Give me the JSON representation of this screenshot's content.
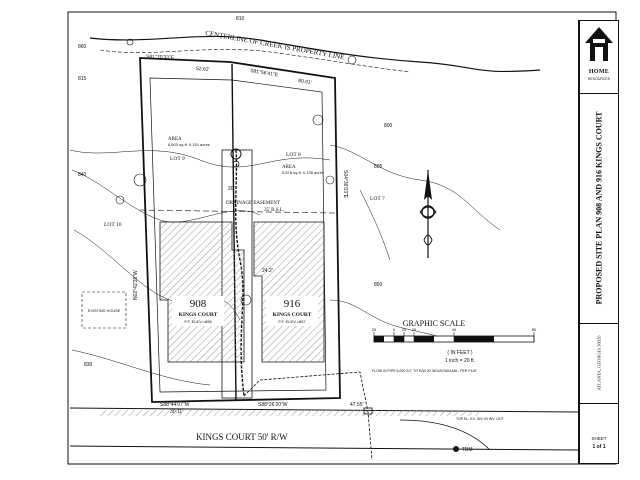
{
  "plan": {
    "creek_label": "CENTERLINE OF CREEK IS PROPERTY LINE",
    "road_label": "KINGS COURT 50' R/W",
    "bearing_top_left": "S81°20'33\"E",
    "bearing_top_right": "S81°56'41\"E",
    "dist_top_left": "52.62'",
    "dist_top_right": "80.91'",
    "bearing_left": "N02°42'28\"W",
    "bearing_right": "S04°36'03\"E",
    "bearing_bottom_left": "S88°44'07\"W",
    "bearing_bottom_right": "S88°26'20\"W",
    "dist_bottom_left": "30.11'",
    "dist_bottom_right": "47.55'",
    "setback_label": "35' B.S.L.",
    "drainage_label": "DRAINAGE EASEMENT",
    "lot_labels": {
      "lot9": "LOT 9",
      "lot8": "LOT 8",
      "lot7": "LOT 7",
      "lot10": "LOT 10"
    },
    "area_left": "AREA",
    "area_left_value": "6,603 sq.ft. 0.151 acres",
    "area_right": "AREA",
    "area_right_value": "5,878 sq.ft. 0.135 acres",
    "house_left_number": "908",
    "house_left_street": "KINGS COURT",
    "house_left_ff": "F.F. ELEV.=858",
    "house_right_number": "916",
    "house_right_street": "KINGS COURT",
    "house_right_ff": "F.F. ELEV.=857",
    "existing_house_label": "EXISTING HOUSE",
    "dim_20": "20'",
    "dim_242": "24.2'",
    "contours": [
      "860",
      "840",
      "850",
      "830",
      "815",
      "810",
      "805",
      "800"
    ],
    "tbm_label": "TBM",
    "note_block": "FLOW IN PIPE 6,000 S.F. TO R/W 20' MOUNTAIN ADL. PER PLAT",
    "catch_basin_note": "TOP EL. EX. INV. IN INV. OUT"
  },
  "scale": {
    "title": "GRAPHIC SCALE",
    "ticks": [
      "20",
      "0",
      "10",
      "20",
      "40",
      "80"
    ],
    "unit_label": "( IN FEET )",
    "ratio": "1 inch = 20 ft."
  },
  "title_block": {
    "company": "HOME",
    "company_sub": "RESOURCES",
    "title": "PROPOSED SITE PLAN 908 AND 916 KINGS COURT",
    "subtitle": "ATLANTA, GEORGIA 30326",
    "sheet_label": "SHEET",
    "sheet_number": "1 of 1"
  },
  "colors": {
    "ink": "#111111",
    "paper": "#ffffff",
    "hatch": "#9a9a9a"
  }
}
